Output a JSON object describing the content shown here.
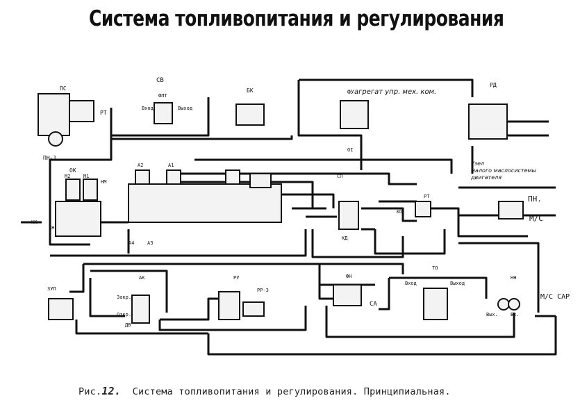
{
  "title": "Система топливопитания и регулирования",
  "caption": {
    "prefix": "Рис.",
    "number": "12.",
    "text": "Система топливопитания и регулирования. Принципиальная."
  },
  "diagram": {
    "labels": {
      "pc": "ПС",
      "rt": "РТ",
      "pn1": "ПН-1",
      "sv": "СВ",
      "fpt": "ФПТ",
      "vkh": "Вход",
      "vykhod": "Выход",
      "bk": "БК",
      "top_right_text": "агрегат упр. мех. ком.",
      "fu": "ФУ",
      "pd": "РД",
      "oi": "ОІ",
      "ok": "ОК",
      "m2": "М2",
      "m1": "М1",
      "nm": "НМ",
      "kk": "КК",
      "kn": "КН",
      "a2": "А2",
      "a1": "А1",
      "a3": "АЗ",
      "a4": "А4",
      "sp": "СП",
      "kd": "КД",
      "rt2": "РТ",
      "zo": "ЗО",
      "uzel_text": "Узел",
      "uzel_text2": "малого маслосистемы",
      "uzel_text3": "двигателя",
      "pn": "ПН.",
      "ms": "М/С",
      "zup": "ЗУП",
      "ak": "АК",
      "zaxp": "Закр.",
      "otkr": "Откр.",
      "dv": "ДВ",
      "pu": "РУ",
      "pp3": "РР-3",
      "fn": "ФН",
      "sa": "СА",
      "to": "ТО",
      "vkhod2": "Вход",
      "vykhod2": "Выход",
      "nn": "НН",
      "vykh": "Вых.",
      "vx": "Вх.",
      "ms_sar": "М/С САР"
    }
  }
}
